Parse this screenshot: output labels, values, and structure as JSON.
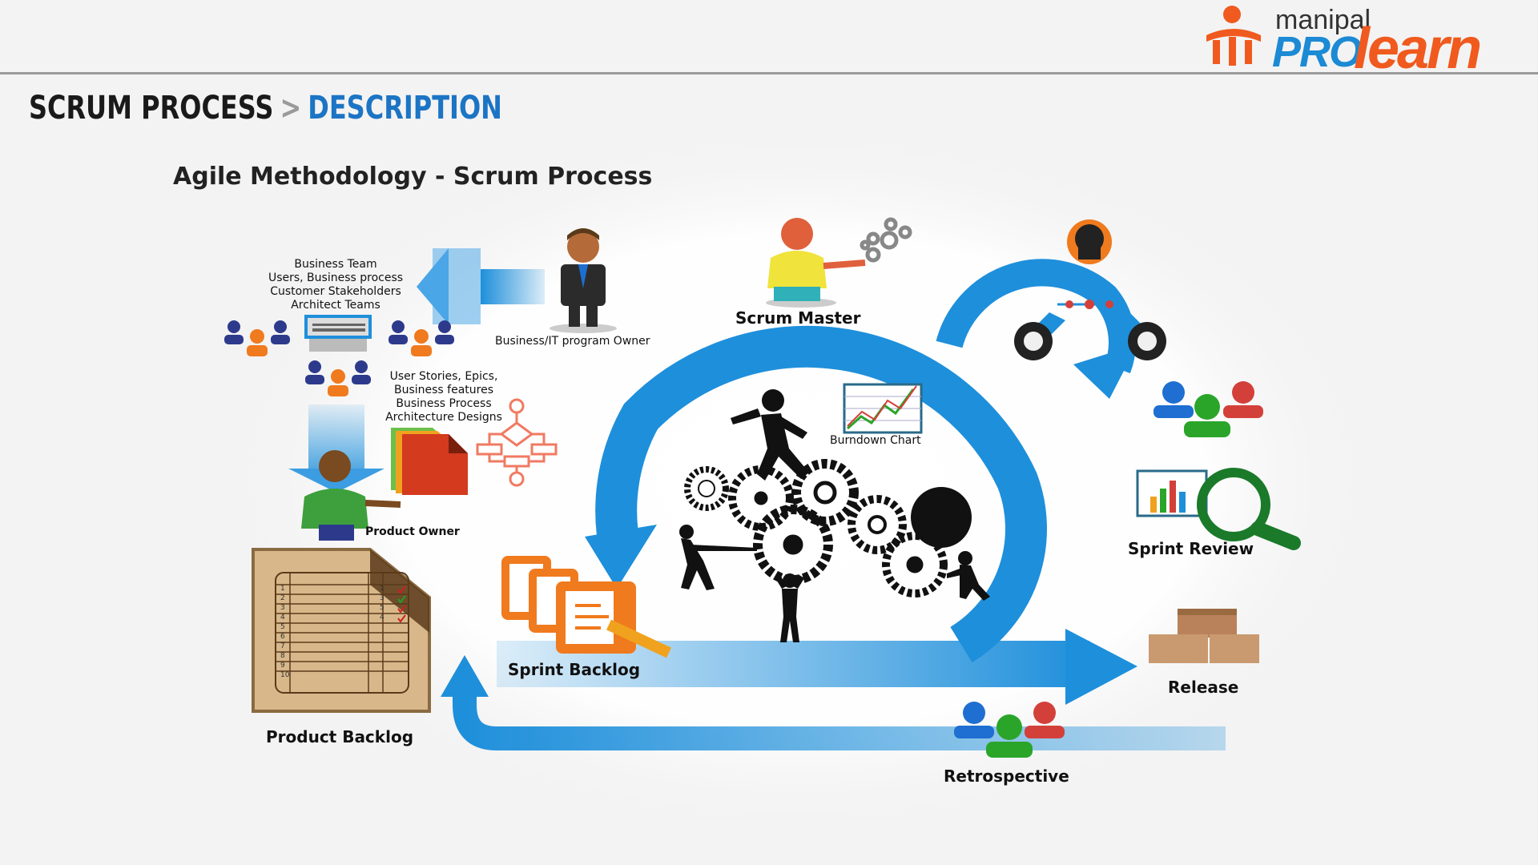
{
  "logo": {
    "top": "manipal",
    "pro": "PRO",
    "learn": "learn"
  },
  "breadcrumb": {
    "section": "SCRUM PROCESS",
    "separator": ">",
    "page": "DESCRIPTION"
  },
  "diagram": {
    "title": "Agile Methodology - Scrum Process",
    "business_lines": [
      "Business Team",
      "Users,  Business process",
      "Customer Stakeholders",
      "Architect Teams"
    ],
    "program_owner": "Business/IT program Owner",
    "scrum_master": "Scrum Master",
    "story_lines": [
      "User Stories, Epics,",
      "Business features",
      "Business Process",
      "Architecture Designs"
    ],
    "product_owner": "Product Owner",
    "burndown": "Burndown Chart",
    "product_backlog": "Product Backlog",
    "sprint_backlog": "Sprint  Backlog",
    "sprint_review": "Sprint Review",
    "release": "Release",
    "retrospective": "Retrospective",
    "backlog_rows": [
      "1",
      "2",
      "3",
      "4",
      "5",
      "6",
      "7",
      "8",
      "9",
      "10"
    ],
    "backlog_right": [
      "1",
      "3",
      "5",
      "4"
    ]
  },
  "colors": {
    "arrow": "#1e8fdb",
    "orange": "#f07a1e",
    "blue_text": "#1c74c4",
    "green": "#2aa52a"
  }
}
